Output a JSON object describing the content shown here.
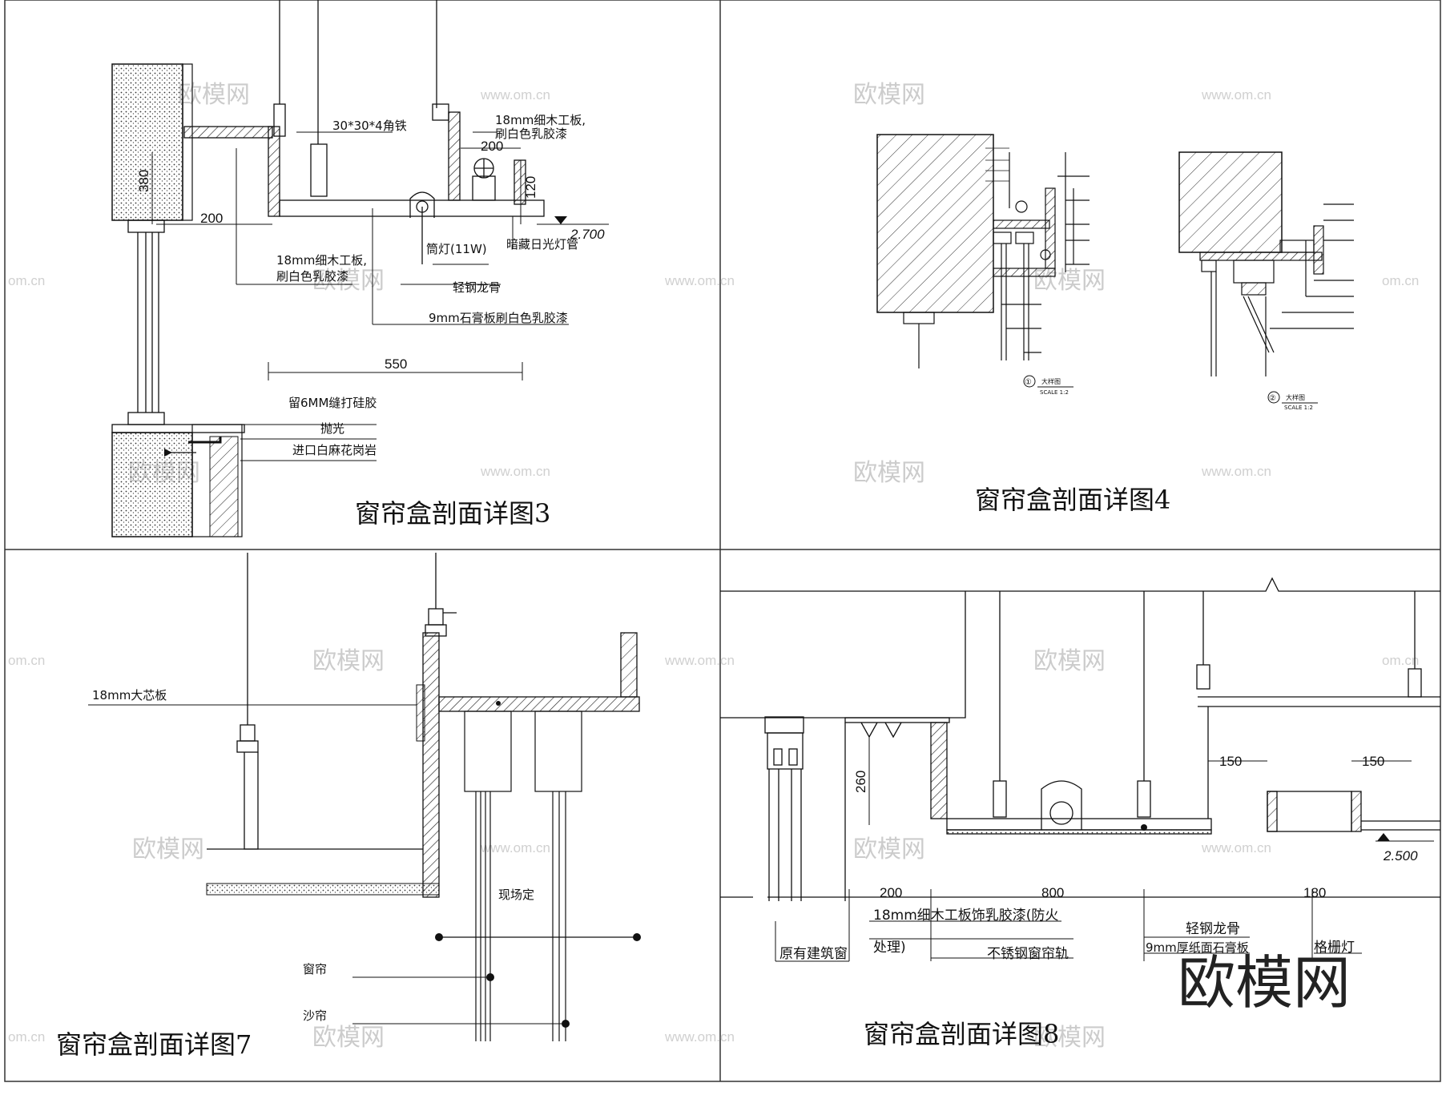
{
  "panels": {
    "p3": {
      "title": "窗帘盒剖面详图3",
      "labels": {
        "angle_iron": "30*30*4角铁",
        "board_top_1": "18mm细木工板,",
        "board_top_2": "刷白色乳胶漆",
        "board_left_1": "18mm细木工板,",
        "board_left_2": "刷白色乳胶漆",
        "downlight": "筒灯(11W)",
        "fluorescent": "暗藏日光灯管",
        "keel": "轻钢龙骨",
        "gypsum": "9mm石膏板刷白色乳胶漆",
        "gap": "留6MM缝打硅胶",
        "polish": "抛光",
        "granite": "进口白麻花岗岩"
      },
      "dims": {
        "d200_left": "200",
        "d200_top": "200",
        "d120": "120",
        "d550": "550",
        "d380": "380",
        "elev": "2.700"
      }
    },
    "p4": {
      "title": "窗帘盒剖面详图4",
      "sub1_num": "①",
      "sub1_name": "大样图",
      "sub1_scale": "SCALE 1:2",
      "sub2_num": "②",
      "sub2_name": "大样图",
      "sub2_scale": "SCALE 1:2"
    },
    "p7": {
      "title": "窗帘盒剖面详图7",
      "labels": {
        "core_board": "18mm大芯板",
        "site": "现场定",
        "curtain": "窗帘",
        "sheer": "沙帘"
      }
    },
    "p8": {
      "title": "窗帘盒剖面详图8",
      "labels": {
        "board_1": "18mm细木工板饰乳胶漆(防火",
        "board_2": "处理)",
        "rail": "不锈钢窗帘轨",
        "orig_window": "原有建筑窗",
        "keel": "轻钢龙骨",
        "paper_gypsum": "9mm厚纸面石膏板",
        "grille": "格栅灯"
      },
      "dims": {
        "d200": "200",
        "d800": "800",
        "d180": "180",
        "d260": "260",
        "d150a": "150",
        "d150b": "150",
        "elev": "2.500"
      }
    }
  },
  "watermark": {
    "cn": "欧模网",
    "url": "www.om.cn",
    "url_short": "om.cn",
    "logo": "欧模网"
  }
}
